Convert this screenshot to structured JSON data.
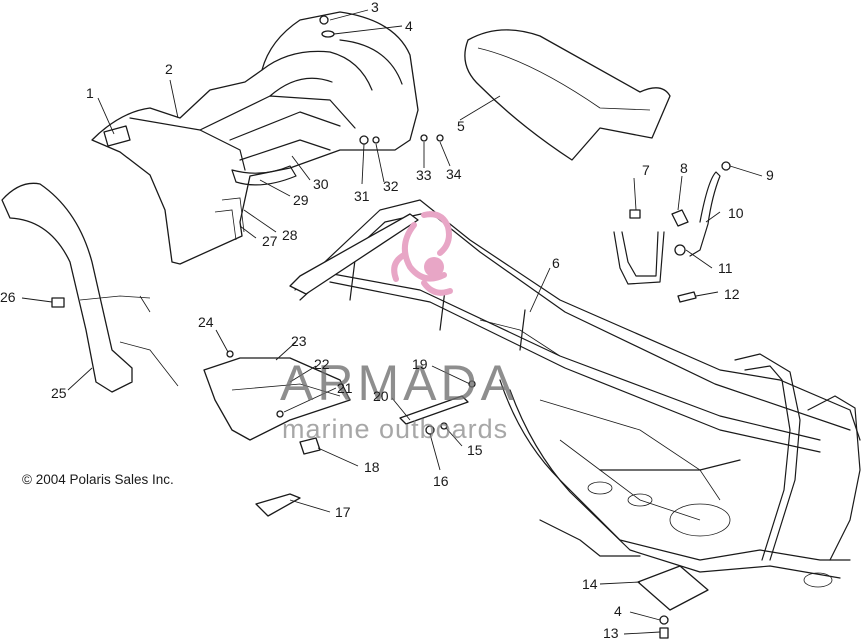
{
  "diagram": {
    "copyright": "© 2004 Polaris Sales Inc.",
    "watermark": {
      "brand": "ARMADA",
      "tagline": "marine outboards",
      "color": "#e8a6c6"
    },
    "callouts": [
      "1",
      "2",
      "3",
      "4",
      "5",
      "6",
      "7",
      "8",
      "9",
      "10",
      "11",
      "12",
      "13",
      "4",
      "14",
      "15",
      "16",
      "17",
      "18",
      "19",
      "20",
      "21",
      "22",
      "23",
      "24",
      "25",
      "26",
      "27",
      "28",
      "29",
      "30",
      "31",
      "32",
      "33",
      "34"
    ]
  }
}
